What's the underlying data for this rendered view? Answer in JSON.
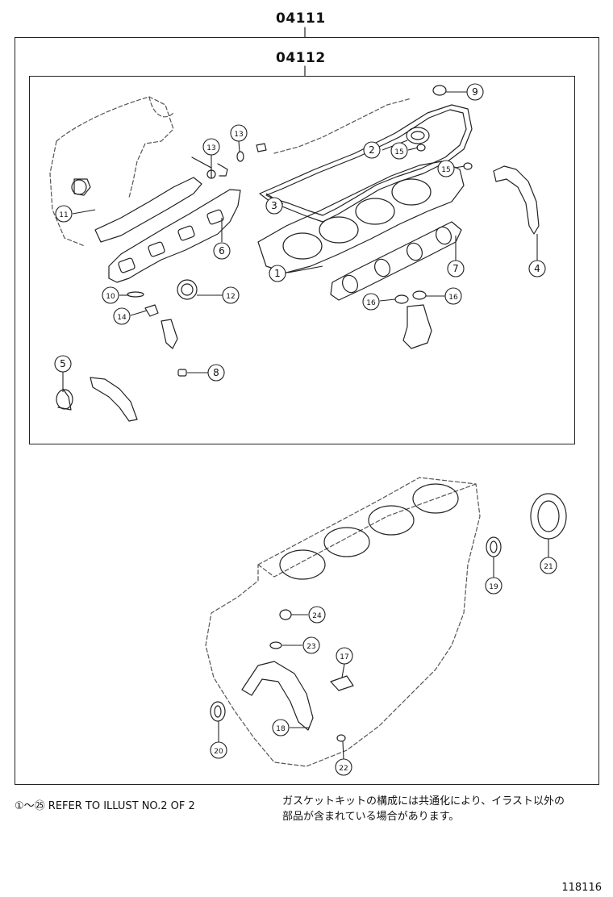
{
  "kit_codes": {
    "outer": "04111",
    "inner": "04112"
  },
  "callouts": [
    {
      "id": "c1",
      "label": "①"
    },
    {
      "id": "c2",
      "label": "②"
    },
    {
      "id": "c3",
      "label": "③"
    },
    {
      "id": "c4",
      "label": "④"
    },
    {
      "id": "c5",
      "label": "⑤"
    },
    {
      "id": "c6",
      "label": "⑥"
    },
    {
      "id": "c7",
      "label": "⑦"
    },
    {
      "id": "c8",
      "label": "⑧"
    },
    {
      "id": "c9",
      "label": "⑨"
    },
    {
      "id": "c10",
      "label": "⑩"
    },
    {
      "id": "c11",
      "label": "⑪"
    },
    {
      "id": "c12",
      "label": "⑫"
    },
    {
      "id": "c13a",
      "label": "⑬"
    },
    {
      "id": "c13b",
      "label": "⑬"
    },
    {
      "id": "c14",
      "label": "⑭"
    },
    {
      "id": "c15a",
      "label": "⑮"
    },
    {
      "id": "c15b",
      "label": "⑮"
    },
    {
      "id": "c16a",
      "label": "⑯"
    },
    {
      "id": "c16b",
      "label": "⑯"
    },
    {
      "id": "c17",
      "label": "⑰"
    },
    {
      "id": "c18",
      "label": "⑱"
    },
    {
      "id": "c19",
      "label": "⑲"
    },
    {
      "id": "c20",
      "label": "⑳"
    },
    {
      "id": "c21",
      "label": "㉑"
    },
    {
      "id": "c22",
      "label": "㉒"
    },
    {
      "id": "c23",
      "label": "㉓"
    },
    {
      "id": "c24",
      "label": "㉔"
    }
  ],
  "notes": {
    "refer": "①～㉕ REFER TO ILLUST NO.2 OF 2",
    "japanese_line1": "ガスケットキットの構成には共通化により、イラスト以外の",
    "japanese_line2": "部品が含まれている場合があります。"
  },
  "doc_id": "118116"
}
